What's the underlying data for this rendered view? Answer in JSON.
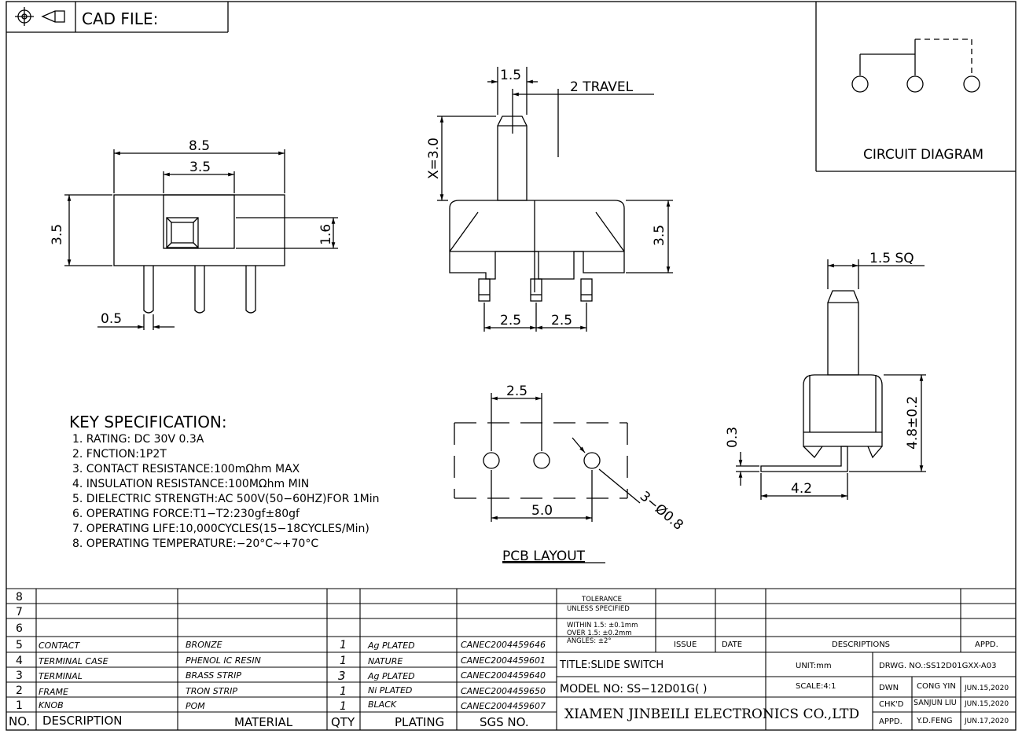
{
  "header": {
    "cad_label": "CAD FILE:"
  },
  "circuit": {
    "label": "CIRCUIT DIAGRAM"
  },
  "dims": {
    "w85": "8.5",
    "w35": "3.5",
    "h35_left": "3.5",
    "h16": "1.6",
    "pin05": "0.5",
    "top15": "1.5",
    "travel": "2 TRAVEL",
    "x30": "X=3.0",
    "h35_mid": "3.5",
    "pitch_a": "2.5",
    "pitch_b": "2.5",
    "sq15": "1.5 SQ",
    "h48": "4.8±0.2",
    "h03": "0.3",
    "w42": "4.2",
    "pcb25": "2.5",
    "pcb50": "5.0",
    "pcb_hole": "3−Ø0.8",
    "pcb_label": "PCB LAYOUT"
  },
  "spec": {
    "title": "KEY SPECIFICATION:",
    "items": [
      "1. RATING: DC 30V   0.3A",
      "2. FNCTION:1P2T",
      "3. CONTACT RESISTANCE:100mΩhm MAX",
      "4. INSULATION RESISTANCE:100MΩhm MIN",
      "5. DIELECTRIC STRENGTH:AC 500V(50−60HZ)FOR 1Min",
      "6. OPERATING FORCE:T1−T2:230gf±80gf",
      "7. OPERATING LIFE:10,000CYCLES(15−18CYCLES/Min)",
      "8. OPERATING TEMPERATURE:−20°C~+70°C"
    ]
  },
  "bom": {
    "headers": [
      "NO.",
      "DESCRIPTION",
      "MATERIAL",
      "QTY",
      "PLATING",
      "SGS NO."
    ],
    "rows": [
      {
        "no": "8",
        "desc": "",
        "mat": "",
        "qty": "",
        "plat": "",
        "sgs": ""
      },
      {
        "no": "7",
        "desc": "",
        "mat": "",
        "qty": "",
        "plat": "",
        "sgs": ""
      },
      {
        "no": "6",
        "desc": "",
        "mat": "",
        "qty": "",
        "plat": "",
        "sgs": ""
      },
      {
        "no": "5",
        "desc": "CONTACT",
        "mat": "BRONZE",
        "qty": "1",
        "plat": "Ag PLATED",
        "sgs": "CANEC2004459646"
      },
      {
        "no": "4",
        "desc": "TERMINAL CASE",
        "mat": "PHENOL IC RESIN",
        "qty": "1",
        "plat": "NATURE",
        "sgs": "CANEC2004459601"
      },
      {
        "no": "3",
        "desc": "TERMINAL",
        "mat": "BRASS STRIP",
        "qty": "3",
        "plat": "Ag PLATED",
        "sgs": "CANEC2004459640"
      },
      {
        "no": "2",
        "desc": "FRAME",
        "mat": "TRON STRIP",
        "qty": "1",
        "plat": "Ni PLATED",
        "sgs": "CANEC2004459650"
      },
      {
        "no": "1",
        "desc": "KNOB",
        "mat": "POM",
        "qty": "1",
        "plat": "BLACK",
        "sgs": "CANEC2004459607"
      }
    ]
  },
  "title_block": {
    "tolerance_1": "TOLERANCE",
    "tolerance_2": "UNLESS SPECIFIED",
    "within": "WITHIN 1.5: ±0.1mm",
    "over": "OVER 1.5:  ±0.2mm",
    "angles": "ANGLES: ±2°",
    "issue": "ISSUE",
    "date": "DATE",
    "descriptions": "DESCRIPTIONS",
    "appd": "APPD.",
    "title": "TITLE:SLIDE SWITCH",
    "unit": "UNIT:mm",
    "drwg": "DRWG. NO.:SS12D01GXX-A03",
    "model": "MODEL NO: SS−12D01G( )",
    "scale": "SCALE:4:1",
    "dwn": "DWN",
    "dwn_name": "CONG YIN",
    "dwn_date": "JUN.15,2020",
    "chkd": "CHK'D",
    "chkd_name": "SANJUN LIU",
    "chkd_date": "JUN.15,2020",
    "appd2": "APPD.",
    "appd_name": "Y.D.FENG",
    "appd_date": "JUN.17,2020",
    "company": "XIAMEN JINBEILI ELECTRONICS CO.,LTD"
  }
}
